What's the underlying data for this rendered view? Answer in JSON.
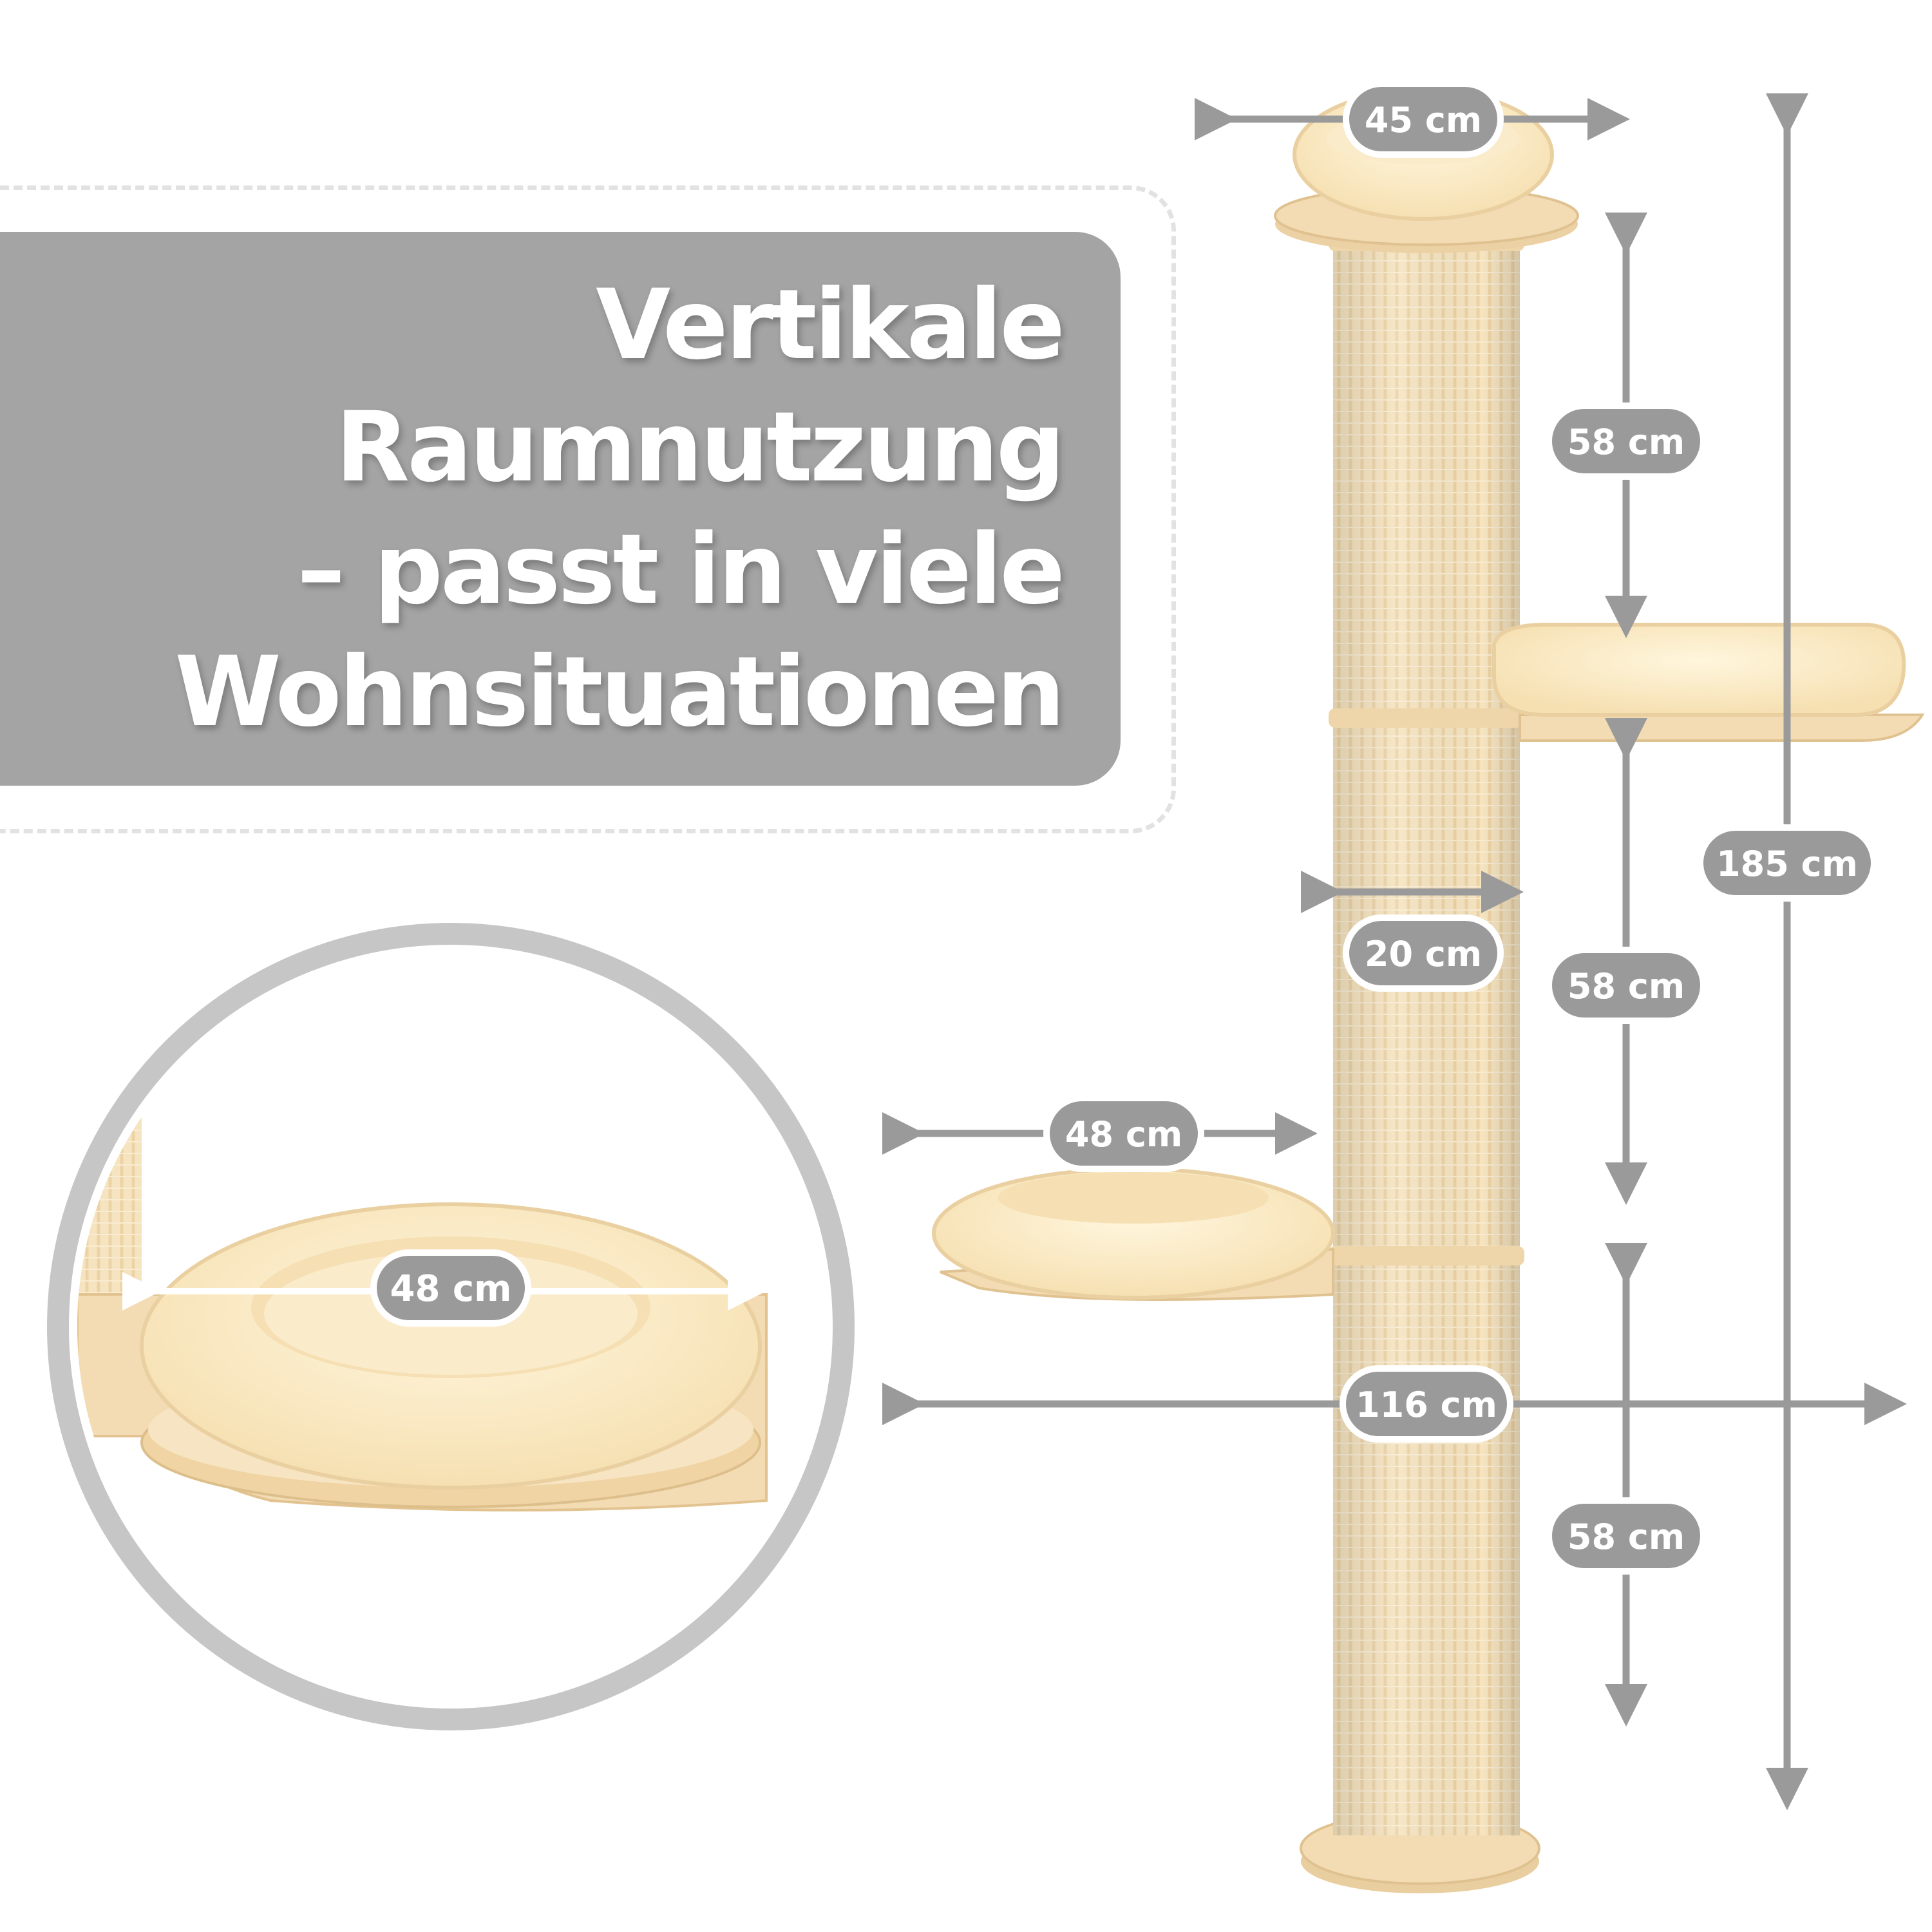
{
  "headline": {
    "lines": [
      "Vertikale",
      "Raumnutzung",
      "– passt in viele",
      "Wohnsituationen"
    ]
  },
  "dimensions": {
    "top_bed_width": "45 cm",
    "segment_top": "58 cm",
    "segment_middle": "58 cm",
    "segment_bottom": "58 cm",
    "total_height": "185 cm",
    "pole_diameter": "20 cm",
    "lower_bed_width": "48 cm",
    "total_width": "116 cm",
    "detail_bed_width": "48 cm"
  },
  "colors": {
    "accent_gray": "#a4a4a4",
    "arrow_gray": "#9a9a9a",
    "wood": "#f3dcb4",
    "cushion": "#fbecc8",
    "pole": "#f6e4c0"
  }
}
